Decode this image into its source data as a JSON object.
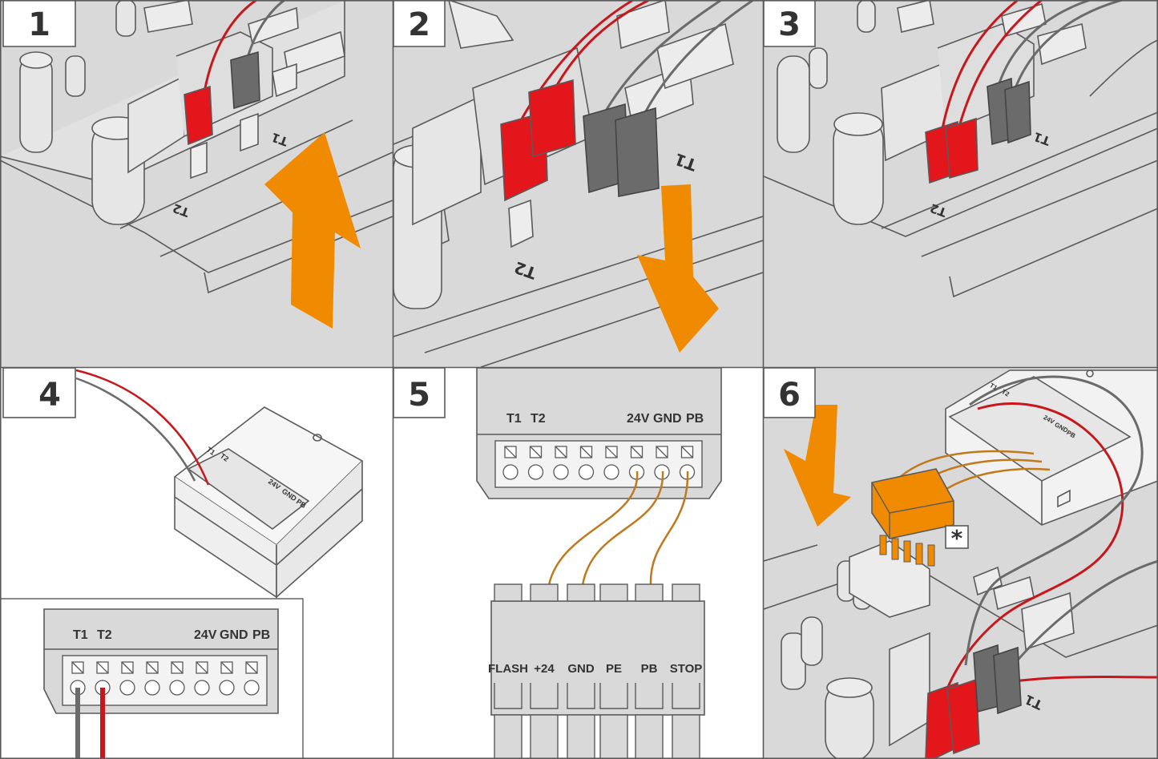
{
  "panels": [
    {
      "number": "1"
    },
    {
      "number": "2"
    },
    {
      "number": "3"
    },
    {
      "number": "4"
    },
    {
      "number": "5"
    },
    {
      "number": "6"
    }
  ],
  "pcb": {
    "t1": "T1",
    "t2": "T2"
  },
  "module_terminals": {
    "t1": "T1",
    "t2": "T2",
    "v24": "24V",
    "gnd": "GND",
    "pb": "PB"
  },
  "controller_block": {
    "flash": "FLASH",
    "plus24": "+24",
    "gnd": "GND",
    "pe": "PE",
    "pb": "PB",
    "stop": "STOP"
  },
  "note_symbol": "*",
  "colors": {
    "panel_bg": "#d9d9d9",
    "outline": "#5a5a5a",
    "wire_red": "#c8171c",
    "connector_red": "#e2161b",
    "connector_grey": "#6b6b6b",
    "arrow_orange": "#f08a00",
    "wire_brown": "#c07a1e"
  }
}
